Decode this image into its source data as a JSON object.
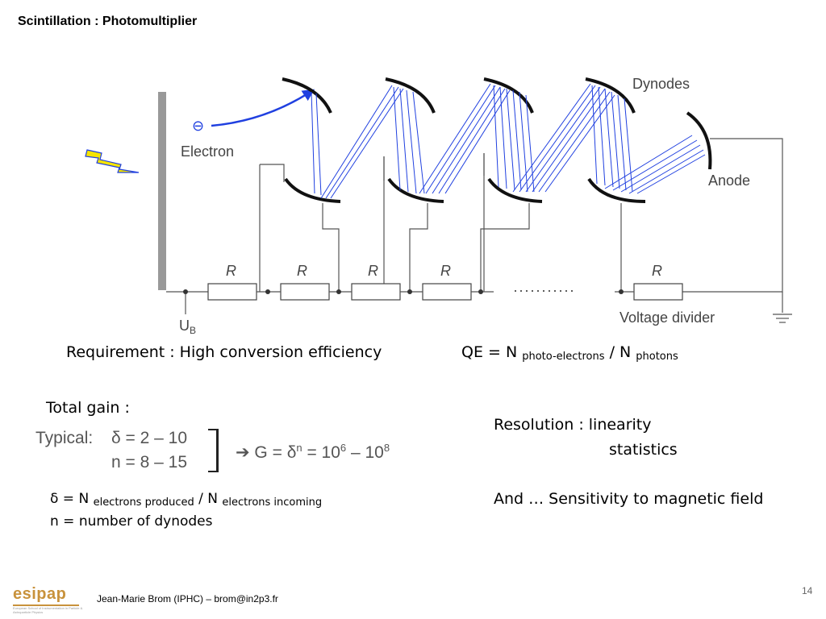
{
  "slide": {
    "title": "Scintillation : Photomultiplier",
    "page_number": "14",
    "footer": "Jean-Marie Brom (IPHC) – brom@in2p3.fr",
    "logo": "esipap",
    "logo_subtitle": "European School of Instrumentation in Particle & Astroparticle Physics"
  },
  "diagram": {
    "label_electron": "Electron",
    "label_dynodes": "Dynodes",
    "label_anode": "Anode",
    "label_voltage_divider": "Voltage divider",
    "label_ub": "U",
    "label_ub_sub": "B",
    "electron_symbol": "⊖",
    "resistor_label": "R",
    "dots": "···········"
  },
  "text": {
    "requirement": "Requirement :  High conversion efficiency",
    "qe_prefix": "QE = N ",
    "qe_sub1": "photo-electrons",
    "qe_mid": " / N ",
    "qe_sub2": "photons",
    "total_gain": "Total gain :",
    "resolution": "Resolution   : linearity",
    "statistics": "statistics",
    "magnetic": "And … Sensitivity to magnetic field",
    "delta_prefix": "δ = N ",
    "delta_sub1": "electrons produced",
    "delta_mid": " / N ",
    "delta_sub2": "electrons incoming",
    "n_dynodes": "n = number of dynodes"
  },
  "typical": {
    "label": "Typical:",
    "delta_range": "δ = 2 – 10",
    "n_range": "n = 8 – 15",
    "g_expr_prefix": "➔ G = δ",
    "g_expr_sup": "n",
    "g_expr_mid": " = 10",
    "g_exp1": "6",
    "g_expr_dash": " – 10",
    "g_exp2": "8"
  },
  "colors": {
    "electron_beam": "#2040e0",
    "dynode": "#111111",
    "lightning": "#f5e400",
    "logo": "#c8923c"
  }
}
